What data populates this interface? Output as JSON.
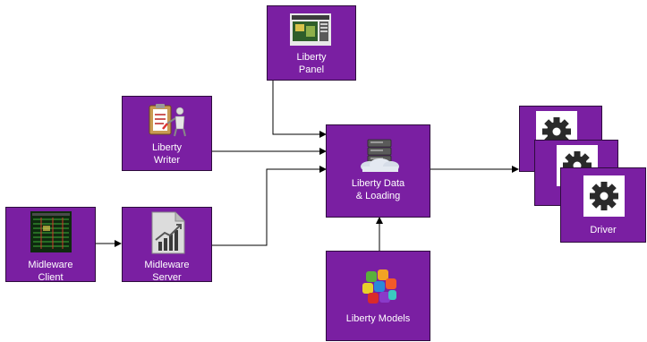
{
  "nodes": {
    "liberty_panel": "Liberty\nPanel",
    "liberty_writer": "Liberty\nWriter",
    "midleware_client": "Midleware\nClient",
    "midleware_server": "Midleware\nServer",
    "liberty_data": "Liberty Data\n& Loading",
    "liberty_models": "Liberty Models",
    "driver": "Driver"
  },
  "icons": {
    "liberty_panel": "screenshot-icon",
    "liberty_writer": "clipboard-writer-icon",
    "midleware_client": "monitor-data-icon",
    "midleware_server": "chart-document-icon",
    "liberty_data": "database-cloud-icon",
    "liberty_models": "cube-icon",
    "driver": "gear-icon"
  },
  "edges": [
    {
      "from": "Liberty Panel",
      "to": "Liberty Data & Loading"
    },
    {
      "from": "Liberty Writer",
      "to": "Liberty Data & Loading"
    },
    {
      "from": "Midleware Server",
      "to": "Liberty Data & Loading"
    },
    {
      "from": "Midleware Client",
      "to": "Midleware Server"
    },
    {
      "from": "Liberty Models",
      "to": "Liberty Data & Loading"
    },
    {
      "from": "Liberty Data & Loading",
      "to": "Driver"
    }
  ],
  "colors": {
    "node_fill": "#7a1fa2",
    "node_border": "#2e0c3d",
    "edge": "#000000"
  }
}
